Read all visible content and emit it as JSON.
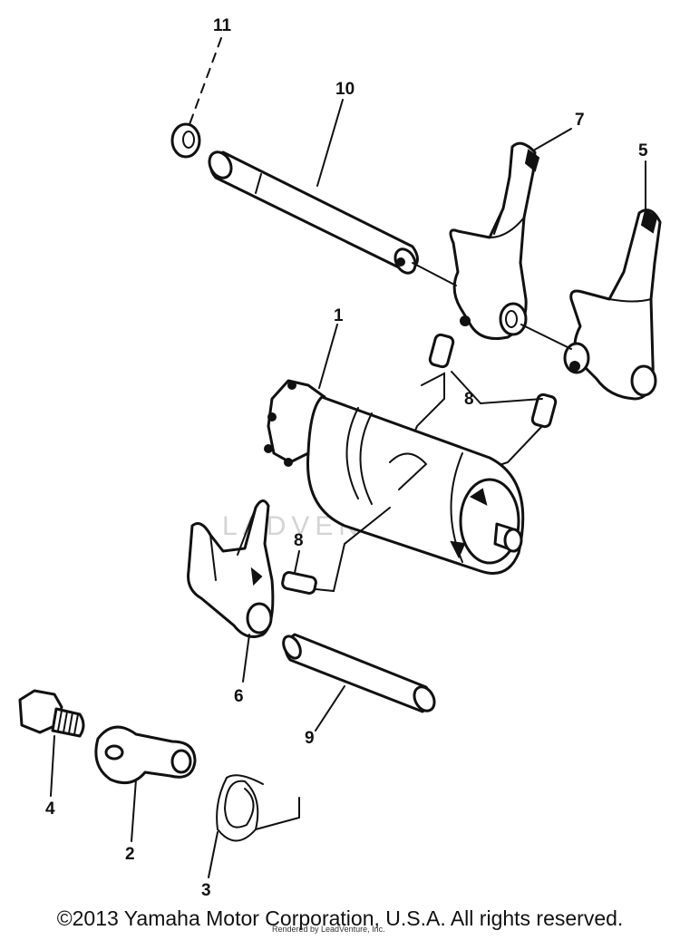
{
  "watermark": "LADVENTURE",
  "callouts": [
    {
      "id": "1",
      "label": "1"
    },
    {
      "id": "2",
      "label": "2"
    },
    {
      "id": "3",
      "label": "3"
    },
    {
      "id": "4",
      "label": "4"
    },
    {
      "id": "5",
      "label": "5"
    },
    {
      "id": "6",
      "label": "6"
    },
    {
      "id": "7",
      "label": "7"
    },
    {
      "id": "8a",
      "label": "8"
    },
    {
      "id": "8b",
      "label": "8"
    },
    {
      "id": "9",
      "label": "9"
    },
    {
      "id": "10",
      "label": "10"
    },
    {
      "id": "11",
      "label": "11"
    }
  ],
  "footer": {
    "copyright": "©2013 Yamaha Motor Corporation, U.S.A. All rights reserved.",
    "rendered_by": "Rendered by LeadVenture, Inc."
  }
}
